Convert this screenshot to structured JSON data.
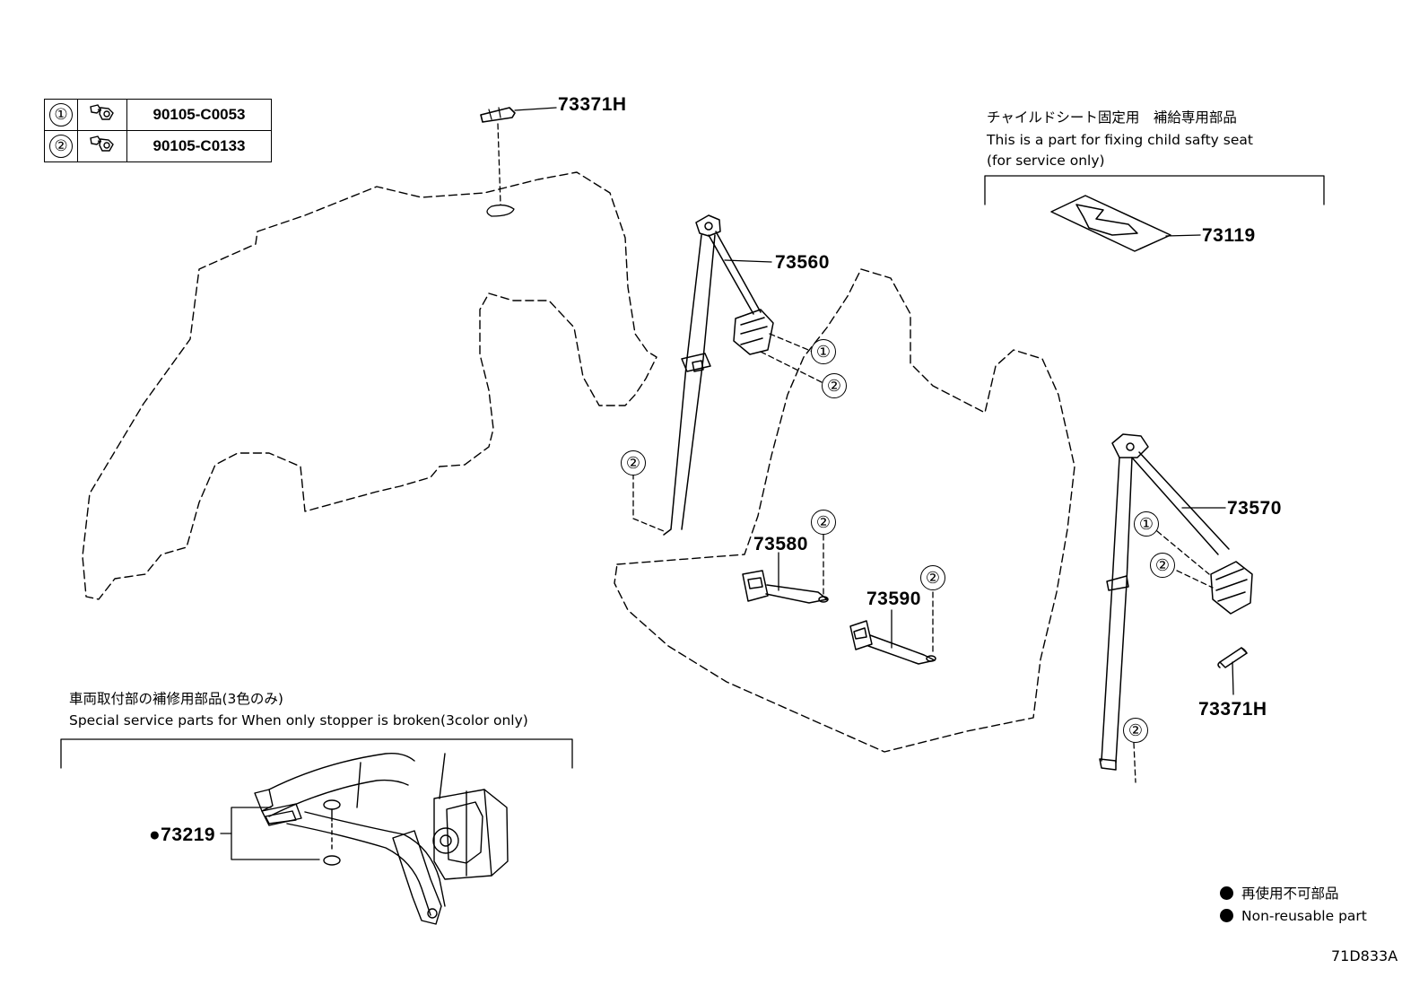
{
  "bolt_table": [
    {
      "ref": "①",
      "icon": "bolt-icon",
      "part_no": "90105-C0053"
    },
    {
      "ref": "②",
      "icon": "bolt-icon",
      "part_no": "90105-C0133"
    }
  ],
  "callouts": {
    "p73371H_top": "73371H",
    "p73560": "73560",
    "p73119": "73119",
    "p73570": "73570",
    "p73580": "73580",
    "p73590": "73590",
    "p73371H_right": "73371H",
    "p73219": "●73219"
  },
  "bolt_refs": {
    "one": "①",
    "two": "②"
  },
  "notes": {
    "child_seat_jp": "チャイルドシート固定用　補給専用部品",
    "child_seat_en1": "This is a part for fixing child safty seat",
    "child_seat_en2": "(for service only)",
    "stopper_jp": "車両取付部の補修用部品(3色のみ)",
    "stopper_en": "Special service parts for When only stopper is broken(3color only)"
  },
  "legend": {
    "jp": "再使用不可部品",
    "en": "Non-reusable part"
  },
  "figure_code": "71D833A"
}
